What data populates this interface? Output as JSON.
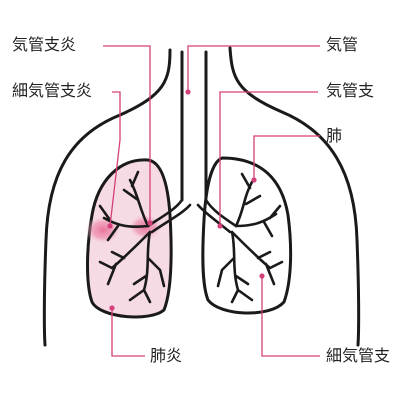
{
  "diagram": {
    "labels": {
      "bronchitis": "気管支炎",
      "bronchiolitis": "細気管支炎",
      "pneumonia": "肺炎",
      "trachea": "気管",
      "bronchus": "気管支",
      "lung": "肺",
      "bronchiole": "細気管支"
    }
  },
  "colors": {
    "leader": "#d6407a",
    "inflamed_fill": "#f6dbe4",
    "inflamed_spot": "#e86f97",
    "outline": "#1a1a1a",
    "text": "#222222"
  }
}
